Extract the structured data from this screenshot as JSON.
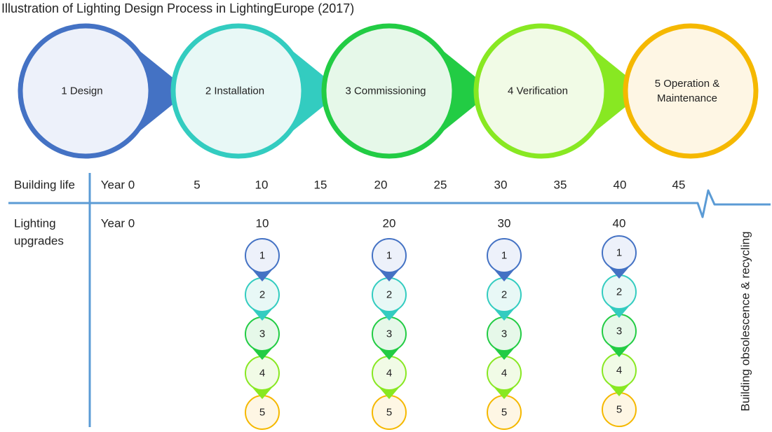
{
  "title": "Illustration of Lighting Design Process in LightingEurope (2017)",
  "phases": [
    {
      "id": 1,
      "lines": [
        "1 Design"
      ],
      "stroke": "#4472C4",
      "fill": "#EDF1FA"
    },
    {
      "id": 2,
      "lines": [
        "2 Installation"
      ],
      "stroke": "#33CCC0",
      "fill": "#E8F8F6"
    },
    {
      "id": 3,
      "lines": [
        "3 Commissioning"
      ],
      "stroke": "#22CC44",
      "fill": "#E6F8E9"
    },
    {
      "id": 4,
      "lines": [
        "4 Verification"
      ],
      "stroke": "#88E822",
      "fill": "#F1FBE6"
    },
    {
      "id": 5,
      "lines": [
        "5 Operation &",
        "Maintenance"
      ],
      "stroke": "#F5B800",
      "fill": "#FEF6E4"
    }
  ],
  "building_life": {
    "label": "Building life",
    "ticks": [
      "Year 0",
      "5",
      "10",
      "15",
      "20",
      "25",
      "30",
      "35",
      "40",
      "45"
    ]
  },
  "lighting_upgrades": {
    "label_lines": [
      "Lighting",
      "upgrades"
    ],
    "start_label": "Year 0",
    "columns": [
      "10",
      "20",
      "30",
      "40"
    ],
    "steps": [
      "1",
      "2",
      "3",
      "4",
      "5"
    ]
  },
  "end_label": "Building obsolescence & recycling"
}
